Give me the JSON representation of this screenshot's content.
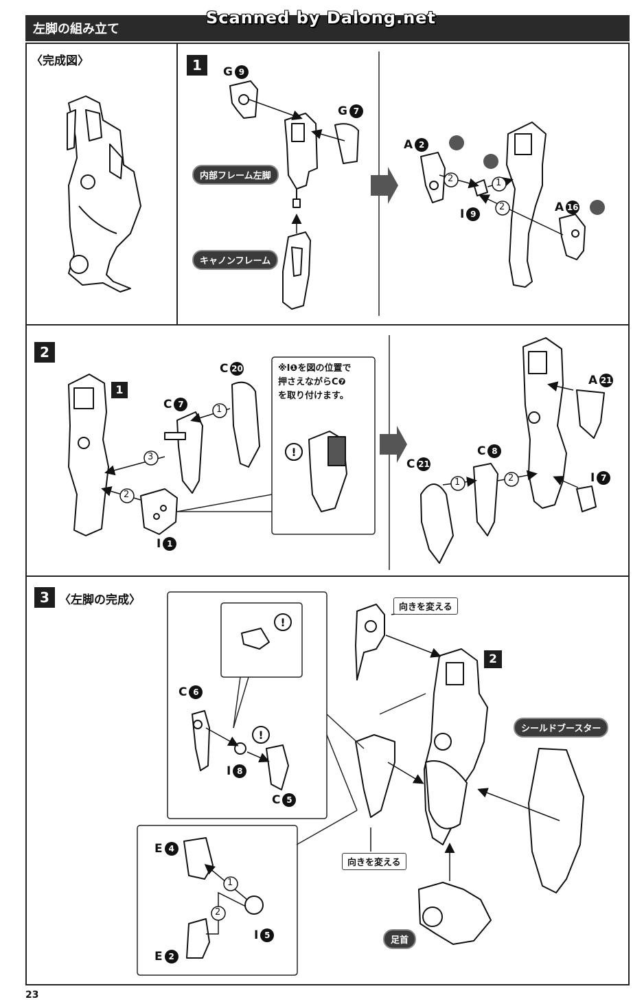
{
  "watermark": "Scanned by Dalong.net",
  "header": {
    "title": "左脚の組み立て"
  },
  "completed_label": "〈完成図〉",
  "steps": [
    {
      "number": "1"
    },
    {
      "number": "2"
    },
    {
      "number": "3",
      "title": "〈左脚の完成〉"
    }
  ],
  "labels": {
    "inner_frame_left_leg": "内部フレーム左脚",
    "cannon_frame": "キャノンフレーム",
    "shield_booster": "シールドブースター",
    "ankle": "足首",
    "change_direction": "向きを変える"
  },
  "note": {
    "line1": "※I❶を図の位置で",
    "line2": "押さえながらC❼",
    "line3": "を取り付けます。"
  },
  "parts": {
    "g9": {
      "letter": "G",
      "num": "9"
    },
    "g7": {
      "letter": "G",
      "num": "7"
    },
    "a2": {
      "letter": "A",
      "num": "2"
    },
    "i9": {
      "letter": "I",
      "num": "9"
    },
    "a16": {
      "letter": "A",
      "num": "16"
    },
    "c20": {
      "letter": "C",
      "num": "20"
    },
    "c7": {
      "letter": "C",
      "num": "7"
    },
    "i1": {
      "letter": "I",
      "num": "1"
    },
    "a21": {
      "letter": "A",
      "num": "21"
    },
    "c8": {
      "letter": "C",
      "num": "8"
    },
    "c21": {
      "letter": "C",
      "num": "21"
    },
    "i7": {
      "letter": "I",
      "num": "7"
    },
    "c6": {
      "letter": "C",
      "num": "6"
    },
    "i8": {
      "letter": "I",
      "num": "8"
    },
    "c5": {
      "letter": "C",
      "num": "5"
    },
    "e4": {
      "letter": "E",
      "num": "4"
    },
    "i5": {
      "letter": "I",
      "num": "5"
    },
    "e2": {
      "letter": "E",
      "num": "2"
    }
  },
  "ref_badges": {
    "step1_ref": "1",
    "step2_ref": "2"
  },
  "order": {
    "o1": "1",
    "o2": "2",
    "o3": "3"
  },
  "page_number": "23"
}
